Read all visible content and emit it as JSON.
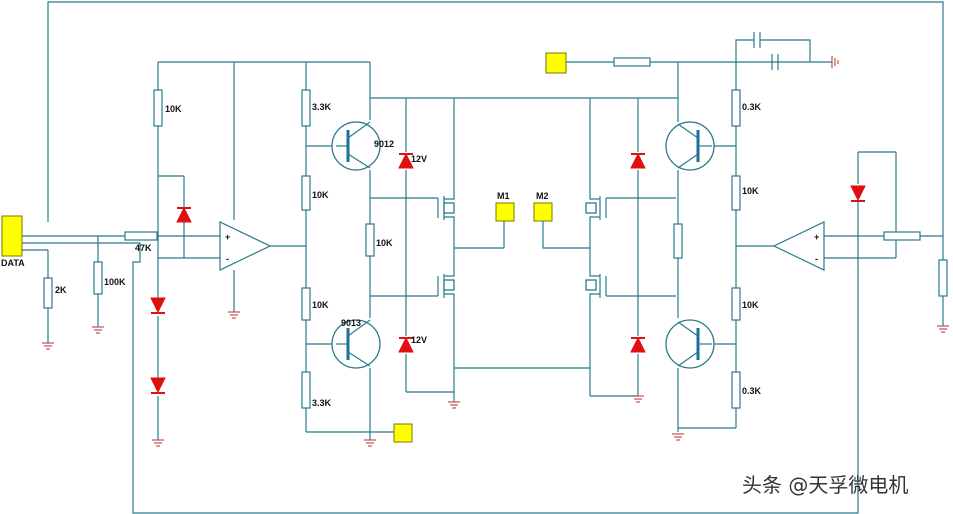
{
  "labels": {
    "data": "DATA",
    "r_10k_left": "10K",
    "r_2k": "2K",
    "r_100k": "100K",
    "r_47k": "47K",
    "r_3_3k_top": "3.3K",
    "r_10k_a": "10K",
    "r_10k_mid": "10K",
    "r_10k_b": "10K",
    "r_3_3k_bot": "3.3K",
    "q_9012": "9012",
    "q_9013": "9013",
    "z_12v_top": "12V",
    "z_12v_bot": "12V",
    "m1": "M1",
    "m2": "M2",
    "r_0_3k_top": "0.3K",
    "r_10k_c": "10K",
    "r_10k_d": "10K",
    "r_0_3k_bot": "0.3K",
    "op_plus_left": "+",
    "op_minus_left": "-",
    "op_plus_right": "+",
    "op_minus_right": "-"
  },
  "watermark": "头条 @天孚微电机",
  "colors": {
    "wire": "#2a7a8c",
    "diode": "#e01010",
    "ground": "#c0504d",
    "port": "#ffff00"
  }
}
